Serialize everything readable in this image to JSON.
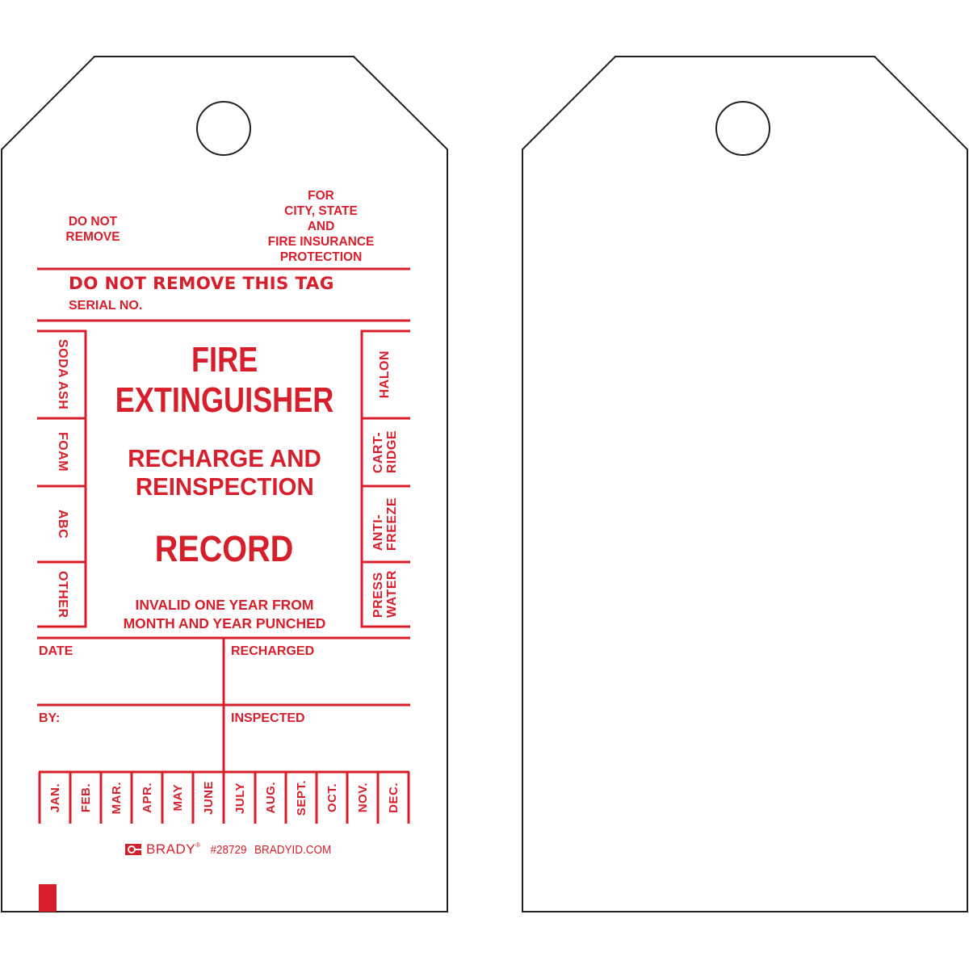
{
  "colors": {
    "accent": "#d71f2b",
    "outline": "#231f20",
    "background": "#ffffff"
  },
  "front_tag": {
    "top_left_notice": [
      "DO NOT",
      "REMOVE"
    ],
    "top_right_notice": [
      "FOR",
      "CITY, STATE",
      "AND",
      "FIRE INSURANCE",
      "PROTECTION"
    ],
    "banner": "DO NOT REMOVE THIS TAG",
    "serial_label": "SERIAL NO.",
    "title_line1": "FIRE",
    "title_line2": "EXTINGUISHER",
    "subtitle_line1": "RECHARGE AND",
    "subtitle_line2": "REINSPECTION",
    "record": "RECORD",
    "validity_line1": "INVALID ONE YEAR FROM",
    "validity_line2": "MONTH AND YEAR PUNCHED",
    "left_types": [
      "SODA ASH",
      "FOAM",
      "ABC",
      "OTHER"
    ],
    "right_types": [
      {
        "line1": "HALON",
        "line2": ""
      },
      {
        "line1": "CART-",
        "line2": "RIDGE"
      },
      {
        "line1": "ANTI-",
        "line2": "FREEZE"
      },
      {
        "line1": "PRESS",
        "line2": "WATER"
      }
    ],
    "fields": {
      "date": "DATE",
      "recharged": "RECHARGED",
      "by": "BY:",
      "inspected": "INSPECTED"
    },
    "months": [
      "JAN.",
      "FEB.",
      "MAR.",
      "APR.",
      "MAY",
      "JUNE",
      "JULY",
      "AUG.",
      "SEPT.",
      "OCT.",
      "NOV.",
      "DEC."
    ],
    "footer": {
      "logo_icon": "brady-logo-icon",
      "brand": "BRADY",
      "registered": "®",
      "part_number": "#28729",
      "website": "BRADYID.COM"
    }
  },
  "back_tag": {
    "content": ""
  }
}
